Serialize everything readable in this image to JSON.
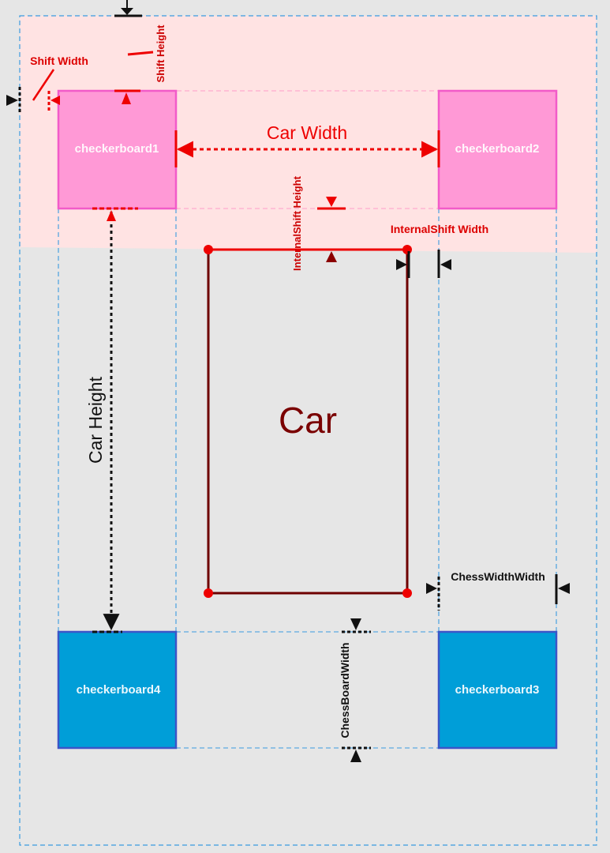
{
  "colors": {
    "background": "#e6e6e6",
    "shift_band": "#ffe3e3",
    "checkerboard_top": "#ff99d6",
    "checkerboard_top_border": "#f25bc9",
    "checkerboard_bottom": "#009ed8",
    "checkerboard_bottom_border": "#3c55c8",
    "guide_line": "#3a9be0",
    "guide_line_pink": "#ff9ec8",
    "dimension_red": "#ee0000",
    "dimension_black": "#111111",
    "car_outline": "#6e0000",
    "car_top_edge": "#ee0000",
    "car_corner": "#ee0000",
    "car_label": "#7a0000"
  },
  "checkerboards": {
    "cb1": "checkerboard1",
    "cb2": "checkerboard2",
    "cb3": "checkerboard3",
    "cb4": "checkerboard4"
  },
  "car": {
    "label": "Car"
  },
  "dimensions": {
    "car_width": "Car Width",
    "car_height": "Car Height",
    "shift_width": "Shift Width",
    "shift_height": "Shift Height",
    "internal_shift_height": "InternalShift Height",
    "internal_shift_width": "InternalShift Width",
    "chess_width_width": "ChessWidthWidth",
    "chess_board_width": "ChessBoardWidth"
  },
  "icons": {
    "arrowheads": "triangle-arrow-icon",
    "corner_markers": "dot-marker-icon",
    "end_caps": "bar-cap-icon"
  }
}
